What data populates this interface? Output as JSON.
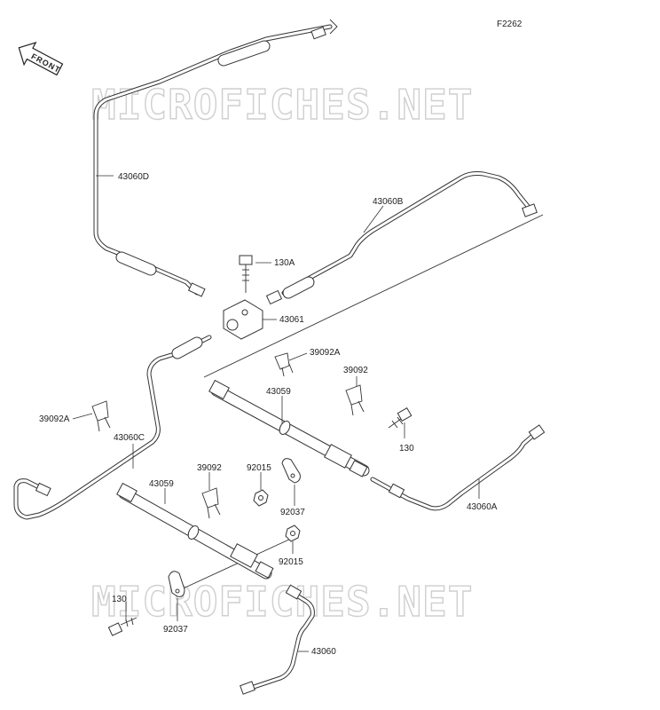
{
  "figure_code": "F2262",
  "front_label": "FRONT",
  "watermark": "MICROFICHES.NET",
  "parts": {
    "p43060D": "43060D",
    "p43060B": "43060B",
    "p130A": "130A",
    "p43061": "43061",
    "p39092A_top": "39092A",
    "p39092_right": "39092",
    "p43059_right": "43059",
    "p130_right": "130",
    "p39092A_left": "39092A",
    "p43060C": "43060C",
    "p39092_mid": "39092",
    "p92015_top": "92015",
    "p43059_left": "43059",
    "p43060A": "43060A",
    "p92037_top": "92037",
    "p92015_bottom": "92015",
    "p130_bottom": "130",
    "p92037_bottom": "92037",
    "p43060": "43060"
  }
}
